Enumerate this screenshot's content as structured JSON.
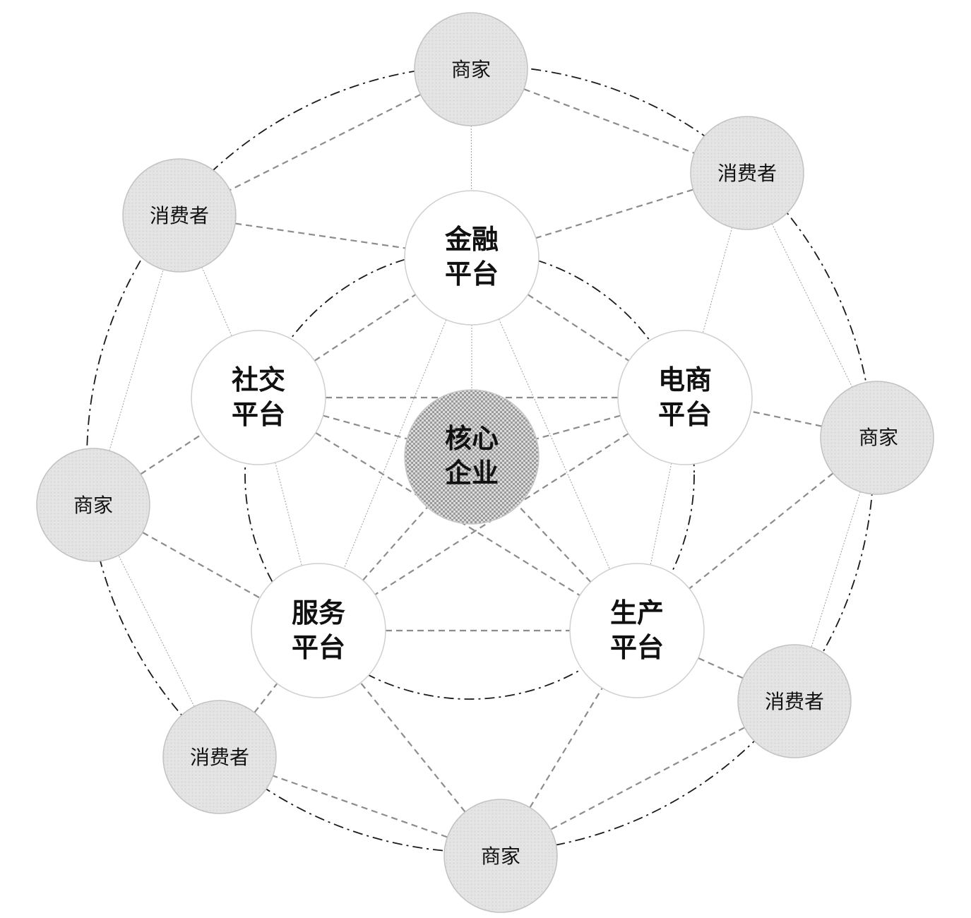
{
  "core": {
    "label_line1": "核心",
    "label_line2": "企业"
  },
  "platforms": [
    {
      "id": "finance",
      "line1": "金融",
      "line2": "平台"
    },
    {
      "id": "ecommerce",
      "line1": "电商",
      "line2": "平台"
    },
    {
      "id": "production",
      "line1": "生产",
      "line2": "平台"
    },
    {
      "id": "service",
      "line1": "服务",
      "line2": "平台"
    },
    {
      "id": "social",
      "line1": "社交",
      "line2": "平台"
    }
  ],
  "outer_nodes": [
    {
      "id": "merchant-top",
      "label": "商家"
    },
    {
      "id": "consumer-top-right",
      "label": "消费者"
    },
    {
      "id": "merchant-right",
      "label": "商家"
    },
    {
      "id": "consumer-bottom-right",
      "label": "消费者"
    },
    {
      "id": "merchant-bottom",
      "label": "商家"
    },
    {
      "id": "consumer-bottom-left",
      "label": "消费者"
    },
    {
      "id": "merchant-left",
      "label": "商家"
    },
    {
      "id": "consumer-top-left",
      "label": "消费者"
    }
  ],
  "colors": {
    "outer_fill": "#e6e6e6",
    "outer_stroke": "#bdbdbd",
    "platform_fill": "#ffffff",
    "platform_stroke": "#cfcfcf",
    "core_fill_a": "#9a9a9a",
    "core_fill_b": "#e2e2e2",
    "dash_line": "#8c8c8c",
    "dot_line": "#9e9e9e",
    "ring": "#1a1a1a"
  }
}
